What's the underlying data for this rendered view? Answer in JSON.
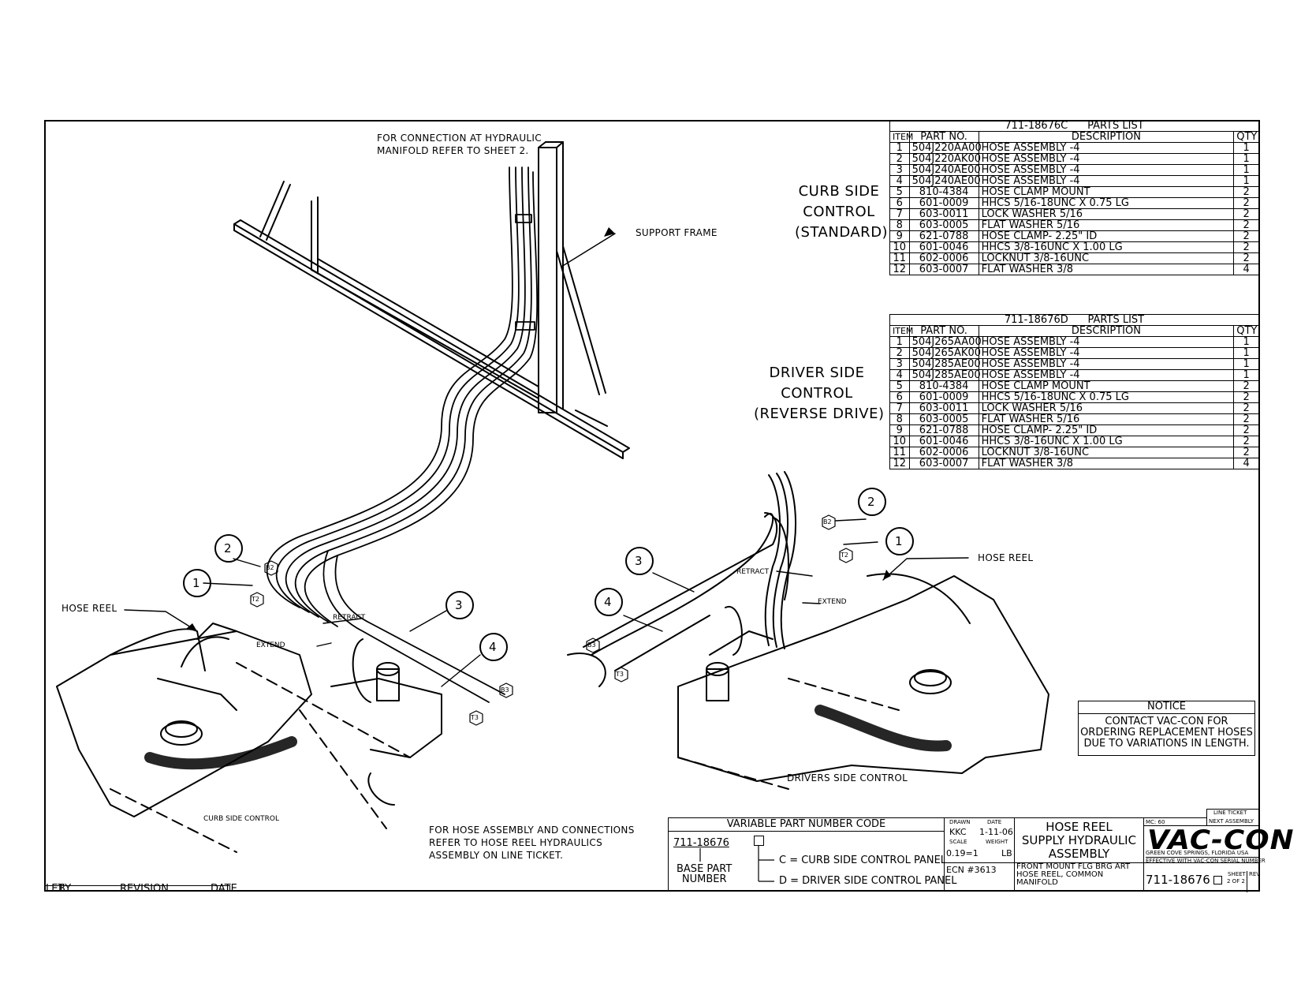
{
  "notes": {
    "hydraulic_manifold": [
      "FOR CONNECTION AT HYDRAULIC",
      "MANIFOLD REFER TO SHEET 2."
    ],
    "support_frame": "SUPPORT FRAME",
    "hose_reel_left": "HOSE REEL",
    "hose_reel_right": "HOSE REEL",
    "retract_left": "RETRACT",
    "extend_left": "EXTEND",
    "retract_right": "RETRACT",
    "extend_right": "EXTEND",
    "curb_side_control": "CURB SIDE CONTROL",
    "drivers_side_control": "DRIVERS SIDE CONTROL",
    "hose_assembly": [
      "FOR HOSE ASSEMBLY AND CONNECTIONS",
      "REFER TO HOSE REEL HYDRAULICS",
      "ASSEMBLY ON LINE TICKET."
    ]
  },
  "balloons": {
    "left": [
      "1",
      "2",
      "3",
      "4"
    ],
    "right": [
      "1",
      "2",
      "3",
      "4"
    ]
  },
  "tags": {
    "left": [
      "B2",
      "T2",
      "B3",
      "T3"
    ],
    "right": [
      "B2",
      "T2",
      "B3",
      "T3"
    ]
  },
  "curb_label": [
    "CURB SIDE",
    "CONTROL",
    "(STANDARD)"
  ],
  "driver_label": [
    "DRIVER SIDE",
    "CONTROL",
    "(REVERSE DRIVE)"
  ],
  "parts_list_c": {
    "title_pn": "711-18676C",
    "title": "PARTS LIST",
    "headers": [
      "ITEM",
      "PART NO.",
      "DESCRIPTION",
      "QTY"
    ],
    "rows": [
      [
        "1",
        "504J220AA00",
        "HOSE ASSEMBLY -4",
        "1"
      ],
      [
        "2",
        "504J220AK00",
        "HOSE ASSEMBLY -4",
        "1"
      ],
      [
        "3",
        "504J240AE00",
        "HOSE ASSEMBLY -4",
        "1"
      ],
      [
        "4",
        "504J240AE00",
        "HOSE ASSEMBLY -4",
        "1"
      ],
      [
        "5",
        "810-4384",
        "HOSE CLAMP MOUNT",
        "2"
      ],
      [
        "6",
        "601-0009",
        "HHCS 5/16-18UNC X 0.75 LG",
        "2"
      ],
      [
        "7",
        "603-0011",
        "LOCK WASHER 5/16",
        "2"
      ],
      [
        "8",
        "603-0005",
        "FLAT WASHER 5/16",
        "2"
      ],
      [
        "9",
        "621-0788",
        "HOSE CLAMP- 2.25\" ID",
        "2"
      ],
      [
        "10",
        "601-0046",
        "HHCS 3/8-16UNC X 1.00 LG",
        "2"
      ],
      [
        "11",
        "602-0006",
        "LOCKNUT 3/8-16UNC",
        "2"
      ],
      [
        "12",
        "603-0007",
        "FLAT WASHER 3/8",
        "4"
      ]
    ]
  },
  "parts_list_d": {
    "title_pn": "711-18676D",
    "title": "PARTS LIST",
    "headers": [
      "ITEM",
      "PART NO.",
      "DESCRIPTION",
      "QTY"
    ],
    "rows": [
      [
        "1",
        "504J265AA00",
        "HOSE ASSEMBLY -4",
        "1"
      ],
      [
        "2",
        "504J265AK00",
        "HOSE ASSEMBLY -4",
        "1"
      ],
      [
        "3",
        "504J285AE00",
        "HOSE ASSEMBLY -4",
        "1"
      ],
      [
        "4",
        "504J285AE00",
        "HOSE ASSEMBLY -4",
        "1"
      ],
      [
        "5",
        "810-4384",
        "HOSE CLAMP MOUNT",
        "2"
      ],
      [
        "6",
        "601-0009",
        "HHCS 5/16-18UNC X 0.75 LG",
        "2"
      ],
      [
        "7",
        "603-0011",
        "LOCK WASHER 5/16",
        "2"
      ],
      [
        "8",
        "603-0005",
        "FLAT WASHER 5/16",
        "2"
      ],
      [
        "9",
        "621-0788",
        "HOSE CLAMP- 2.25\" ID",
        "2"
      ],
      [
        "10",
        "601-0046",
        "HHCS 3/8-16UNC X 1.00 LG",
        "2"
      ],
      [
        "11",
        "602-0006",
        "LOCKNUT 3/8-16UNC",
        "2"
      ],
      [
        "12",
        "603-0007",
        "FLAT WASHER 3/8",
        "4"
      ]
    ]
  },
  "notice": {
    "title": "NOTICE",
    "lines": [
      "CONTACT VAC-CON FOR",
      "ORDERING REPLACEMENT HOSES",
      "DUE TO VARIATIONS IN LENGTH."
    ]
  },
  "variable_code": {
    "title": "VARIABLE PART NUMBER CODE",
    "base_number": "711-18676",
    "base_label": [
      "BASE PART",
      "NUMBER"
    ],
    "option_c": "C = CURB SIDE CONTROL PANEL",
    "option_d": "D = DRIVER SIDE CONTROL PANEL"
  },
  "title_block": {
    "drawn_label": "DRAWN",
    "drawn_value": "KKC",
    "date_label": "DATE",
    "date_value": "1-11-06",
    "scale_label": "SCALE",
    "scale_value": "0.19=1",
    "weight_label": "WEIGHT",
    "weight_unit": "LB",
    "ecn": "ECN #3613",
    "title": [
      "HOSE REEL",
      "SUPPLY HYDRAULIC",
      "ASSEMBLY"
    ],
    "subtitle": [
      "FRONT MOUNT FLG BRG ART",
      "HOSE REEL, COMMON",
      "MANIFOLD"
    ],
    "mc_label": "MC: 60",
    "line_ticket": "LINE TICKET",
    "next_assembly": "NEXT ASSEMBLY",
    "logo": "VAC-CON",
    "location": "GREEN COVE SPRINGS, FLORIDA USA",
    "effective": "EFFECTIVE WITH VAC-CON SERIAL NUMBER",
    "drawing_number": "711-18676",
    "sheet_label": "SHEET",
    "sheet_value": "2 OF 2",
    "rev_label": "REV"
  },
  "revision_strip": [
    "LET",
    "BY",
    "REVISION",
    "DATE"
  ]
}
